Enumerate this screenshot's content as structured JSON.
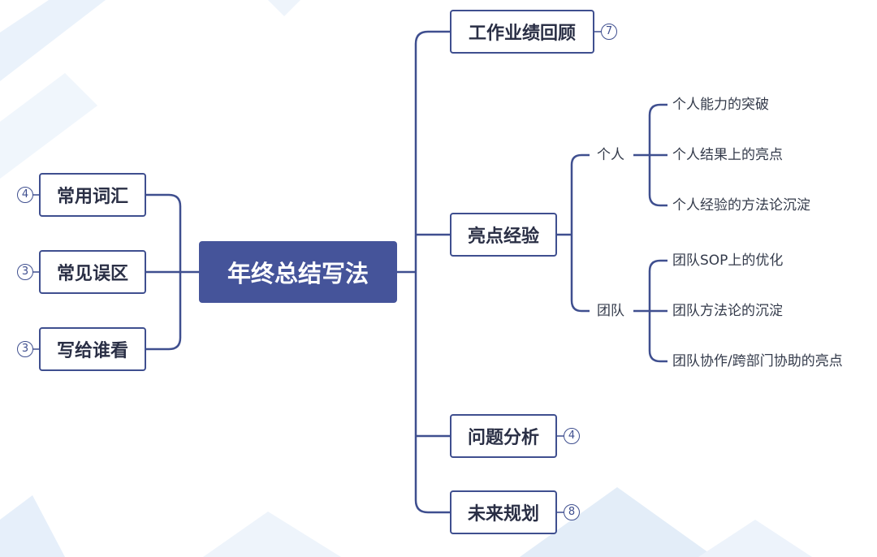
{
  "root": {
    "label": "年终总结写法"
  },
  "left": [
    {
      "label": "常用词汇",
      "count": "4"
    },
    {
      "label": "常见误区",
      "count": "3"
    },
    {
      "label": "写给谁看",
      "count": "3"
    }
  ],
  "right": [
    {
      "label": "工作业绩回顾",
      "count": "7"
    },
    {
      "label": "亮点经验"
    },
    {
      "label": "问题分析",
      "count": "4"
    },
    {
      "label": "未来规划",
      "count": "8"
    }
  ],
  "highlights": {
    "personal": {
      "label": "个人",
      "items": [
        "个人能力的突破",
        "个人结果上的亮点",
        "个人经验的方法论沉淀"
      ]
    },
    "team": {
      "label": "团队",
      "items": [
        "团队SOP上的优化",
        "团队方法论的沉淀",
        "团队协作/跨部门协助的亮点"
      ]
    }
  },
  "colors": {
    "line": "#3f4f8f",
    "root_fill": "#45549a",
    "text": "#2a2f45",
    "bg_accent": "#dbe8f6"
  }
}
